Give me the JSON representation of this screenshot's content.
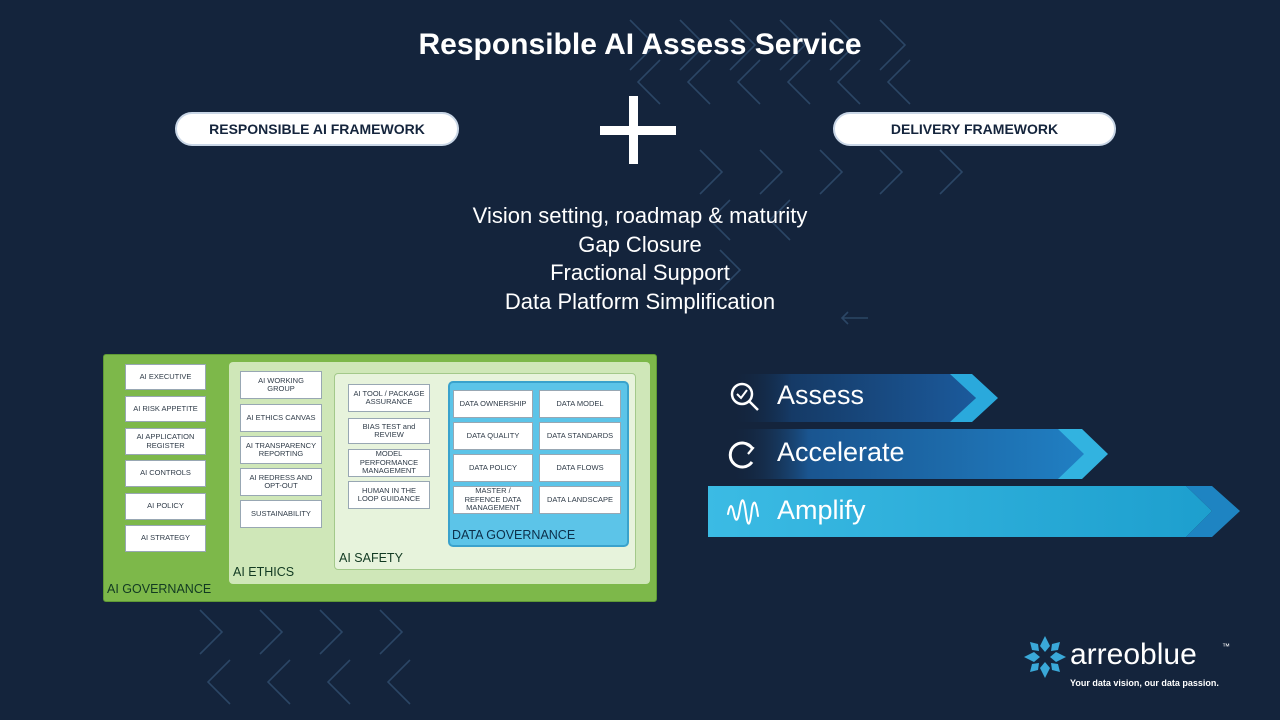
{
  "title": "Responsible AI Assess Service",
  "pills": {
    "left": "RESPONSIBLE AI FRAMEWORK",
    "right": "DELIVERY FRAMEWORK"
  },
  "services": [
    "Vision setting, roadmap & maturity",
    "Gap Closure",
    "Fractional Support",
    "Data Platform Simplification"
  ],
  "framework": {
    "governance": {
      "label": "AI GOVERNANCE",
      "items": [
        "AI EXECUTIVE",
        "AI RISK APPETITE",
        "AI APPLICATION REGISTER",
        "AI CONTROLS",
        "AI POLICY",
        "AI STRATEGY"
      ]
    },
    "ethics": {
      "label": "AI ETHICS",
      "items": [
        "AI WORKING GROUP",
        "AI ETHICS CANVAS",
        "AI TRANSPARENCY REPORTING",
        "AI REDRESS AND OPT-OUT",
        "SUSTAINABILITY"
      ]
    },
    "safety": {
      "label": "AI SAFETY",
      "items": [
        "AI TOOL / PACKAGE ASSURANCE",
        "BIAS TEST and REVIEW",
        "MODEL PERFORMANCE MANAGEMENT",
        "HUMAN IN THE LOOP GUIDANCE"
      ]
    },
    "data_governance": {
      "label": "DATA GOVERNANCE",
      "items": [
        "DATA OWNERSHIP",
        "DATA MODEL",
        "DATA QUALITY",
        "DATA STANDARDS",
        "DATA POLICY",
        "DATA FLOWS",
        "MASTER / REFENCE DATA MANAGEMENT",
        "DATA LANDSCAPE"
      ]
    }
  },
  "stages": [
    {
      "label": "Assess",
      "icon": "magnifier-check-icon",
      "color": "#1a4f8a"
    },
    {
      "label": "Accelerate",
      "icon": "refresh-arc-icon",
      "color": "#1f73b8"
    },
    {
      "label": "Amplify",
      "icon": "sound-wave-icon",
      "color": "#22a6d4"
    }
  ],
  "logo": {
    "name": "arreoblue",
    "tm": "™",
    "tagline": "Your data vision, our data passion."
  },
  "colors": {
    "background": "#14243c",
    "governance_green": "#7db84a",
    "data_governance_blue": "#5cc4e8"
  }
}
